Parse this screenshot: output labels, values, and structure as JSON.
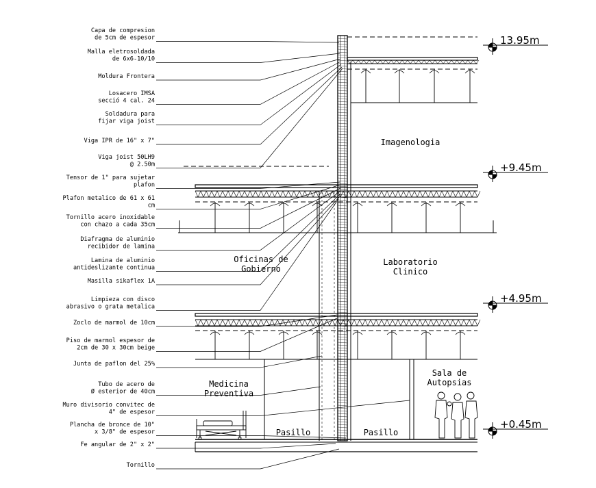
{
  "labels": [
    {
      "lines": [
        "Capa de compresion",
        "de 5cm de espesor"
      ]
    },
    {
      "lines": [
        "Malla eletrosoldada",
        "de 6x6-10/10"
      ]
    },
    {
      "lines": [
        "Moldura Frontera"
      ]
    },
    {
      "lines": [
        "Losacero IMSA",
        "secció 4 cal. 24"
      ]
    },
    {
      "lines": [
        "Soldadura para",
        "fijar viga joist"
      ]
    },
    {
      "lines": [
        "Viga IPR de 16\" x 7\""
      ]
    },
    {
      "lines": [
        "Viga joist 50LH9",
        "@ 2.50m"
      ]
    },
    {
      "lines": [
        "Tensor de 1\" para sujetar",
        "plafon"
      ]
    },
    {
      "lines": [
        "Plafon metalico de 61 x 61",
        "cm"
      ]
    },
    {
      "lines": [
        "Tornillo acero inoxidable",
        "con chazo a cada 35cm"
      ]
    },
    {
      "lines": [
        "Diafragma de aluminio",
        "recibidor de lamina"
      ]
    },
    {
      "lines": [
        "Lamina de aluminio",
        "antideslizante continua"
      ]
    },
    {
      "lines": [
        "Masilla sikaflex 1A"
      ]
    },
    {
      "lines": [
        "Limpieza con disco",
        "abrasivo o grata metalica"
      ]
    },
    {
      "lines": [
        "Zoclo de marmol de 10cm"
      ]
    },
    {
      "lines": [
        "Piso de marmol espesor de",
        "2cm de 30 x 30cm  beige"
      ]
    },
    {
      "lines": [
        "Junta de paflon del 25%"
      ]
    },
    {
      "lines": [
        "Tubo de acero de",
        "Ø esterior de 40cm"
      ]
    },
    {
      "lines": [
        "Muro divisorio convitec de",
        "4\" de espesor"
      ]
    },
    {
      "lines": [
        "Plancha de bronce de 10\"",
        "x 3/8\" de espesor"
      ]
    },
    {
      "lines": [
        "Fe angular de 2\" x 2\""
      ]
    },
    {
      "lines": [
        "Tornillo"
      ]
    }
  ],
  "rooms": [
    {
      "lines": [
        "Imagenologia"
      ]
    },
    {
      "lines": [
        "Laboratorio",
        "Clinico"
      ]
    },
    {
      "lines": [
        "Oficinas de",
        "Gobierno"
      ]
    },
    {
      "lines": [
        "Medicina",
        "Preventiva"
      ]
    },
    {
      "lines": [
        "Sala de",
        "Autopsias"
      ]
    },
    {
      "lines": [
        "Pasillo"
      ]
    },
    {
      "lines": [
        "Pasillo"
      ]
    }
  ],
  "levels": [
    "13.95m",
    "+9.45m",
    "+4.95m",
    "+0.45m"
  ]
}
